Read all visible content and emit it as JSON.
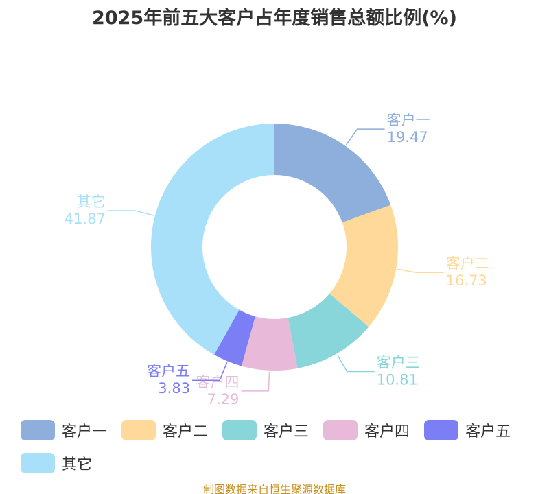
{
  "chart_data": {
    "type": "pie",
    "title": "2025年前五大客户占年度销售总额比例(%)",
    "categories": [
      "客户一",
      "客户二",
      "客户三",
      "客户四",
      "客户五",
      "其它"
    ],
    "values": [
      19.47,
      16.73,
      10.81,
      7.29,
      3.83,
      41.87
    ],
    "value_labels": [
      "19.47",
      "16.73",
      "10.81",
      "7.29",
      "3.83",
      "41.87"
    ],
    "colors": [
      "#8eaedb",
      "#ffd999",
      "#88d6d9",
      "#e8b9d9",
      "#7b7ef5",
      "#a8e0f9"
    ],
    "donut": true,
    "legend": "bottom"
  },
  "source": "制图数据来自恒生聚源数据库"
}
